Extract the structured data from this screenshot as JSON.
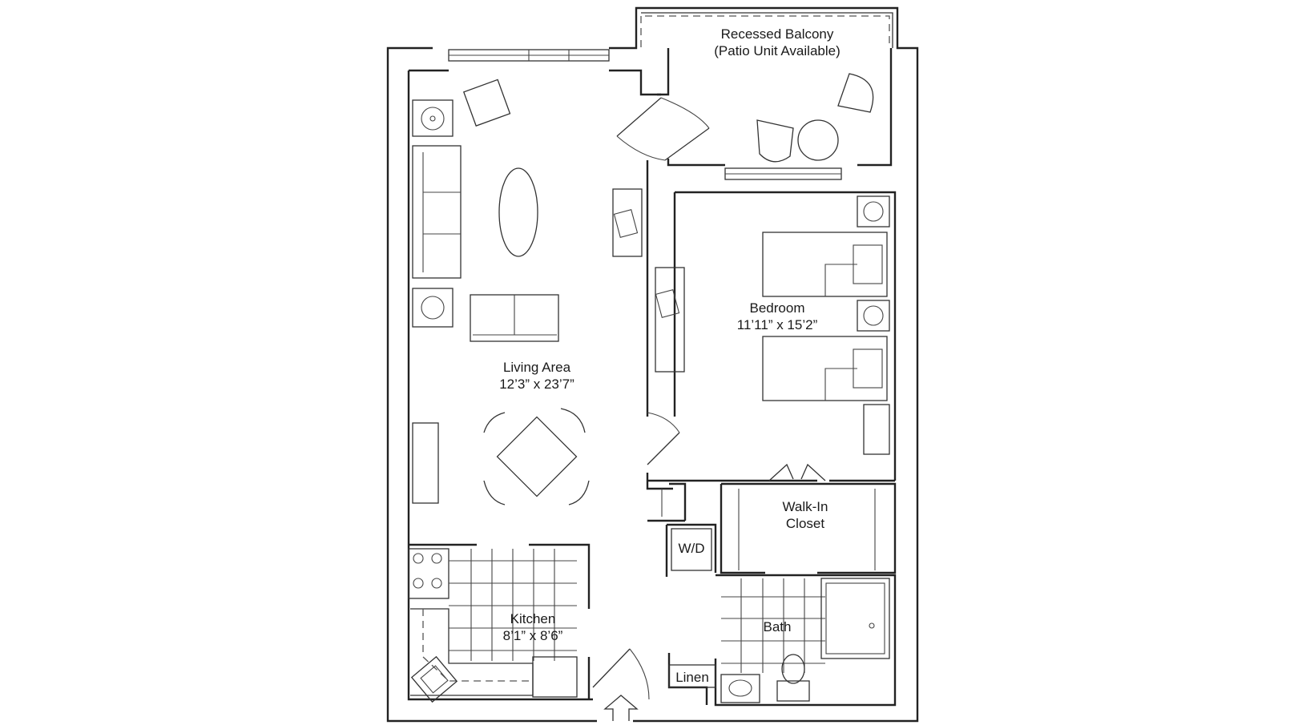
{
  "rooms": {
    "balcony": {
      "name": "Recessed Balcony",
      "note": "(Patio Unit Available)"
    },
    "living": {
      "name": "Living Area",
      "dimensions": "12’3” x 23’7”"
    },
    "bedroom": {
      "name": "Bedroom",
      "dimensions": "11’11” x 15’2”"
    },
    "closet": {
      "name": "Walk-In",
      "name2": "Closet"
    },
    "washer_dryer": {
      "name": "W/D"
    },
    "kitchen": {
      "name": "Kitchen",
      "dimensions": "8’1” x 8’6”"
    },
    "bath": {
      "name": "Bath"
    },
    "linen": {
      "name": "Linen"
    }
  },
  "icons": [
    "entry-arrow-icon",
    "armchair-icon",
    "sofa-icon",
    "table-icon",
    "bed-icon",
    "stove-icon",
    "sink-icon",
    "toilet-icon",
    "shower-icon",
    "door-swing-icon",
    "window-icon",
    "lamp-table-icon"
  ],
  "colors": {
    "line": "#222222",
    "background": "#ffffff"
  }
}
